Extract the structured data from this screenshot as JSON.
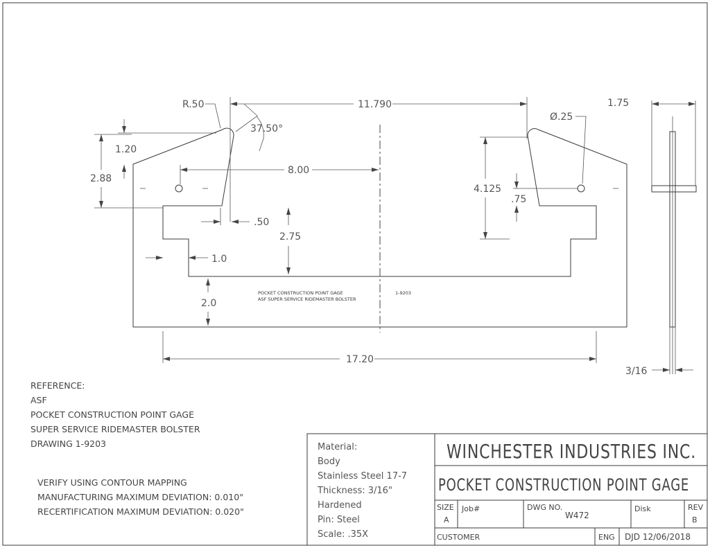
{
  "dimensions": {
    "r50": "R.50",
    "d11790": "11.790",
    "d175": "1.75",
    "a3750": "37.50°",
    "dia25": "Ø.25",
    "d120": "1.20",
    "d288": "2.88",
    "d800": "8.00",
    "d4125": "4.125",
    "d75": ".75",
    "d50": ".50",
    "d275": "2.75",
    "d10": "1.0",
    "d20": "2.0",
    "d1720": "17.20",
    "d316": "3/16"
  },
  "part_labels": {
    "line1": "POCKET CONSTRUCTION POINT GAGE",
    "line2": "ASF SUPER SERVICE RIDEMASTER BOLSTER",
    "dwg_ref": "1-9203"
  },
  "reference_notes": [
    "REFERENCE:",
    "ASF",
    "POCKET CONSTRUCTION POINT GAGE",
    "SUPER SERVICE RIDEMASTER BOLSTER",
    "DRAWING 1-9203"
  ],
  "verify_notes": [
    "VERIFY USING CONTOUR MAPPING",
    "MANUFACTURING MAXIMUM DEVIATION: 0.010\"",
    "RECERTIFICATION MAXIMUM DEVIATION: 0.020\""
  ],
  "material_notes": [
    "Material:",
    "Body",
    "Stainless Steel 17-7",
    "Thickness: 3/16\"",
    "Hardened",
    "Pin: Steel",
    "Scale: .35X"
  ],
  "title_block": {
    "company": "WINCHESTER INDUSTRIES INC.",
    "title": "POCKET CONSTRUCTION POINT GAGE",
    "size_label": "SIZE",
    "size_value": "A",
    "job_label": "Job#",
    "dwg_label": "DWG NO.",
    "dwg_value": "W472",
    "disk_label": "Disk",
    "rev_label": "REV",
    "rev_value": "B",
    "customer_label": "CUSTOMER",
    "eng_label": "ENG",
    "eng_value": "DJD 12/06/2018"
  }
}
